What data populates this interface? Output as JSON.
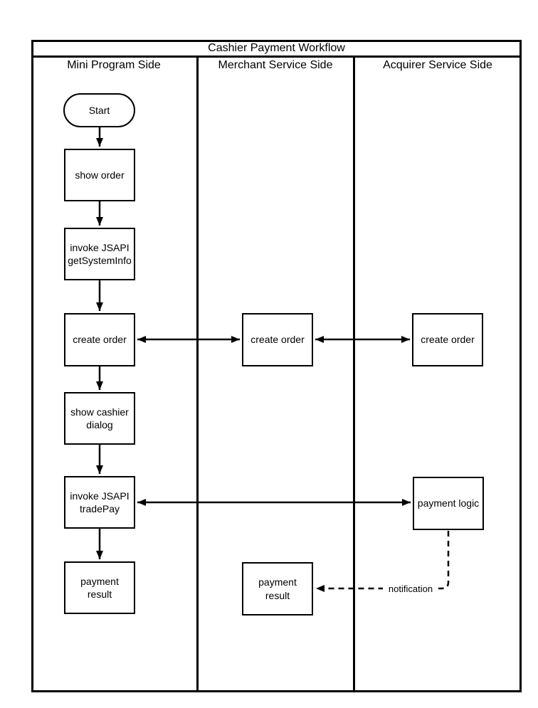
{
  "title": "Cashier Payment Workflow",
  "lanes": [
    {
      "label": "Mini Program Side"
    },
    {
      "label": "Merchant Service Side"
    },
    {
      "label": "Acquirer Service Side"
    }
  ],
  "nodes": {
    "start": {
      "label": "Start"
    },
    "show_order": {
      "label": "show order"
    },
    "invoke_getsysteminfo": {
      "label": "invoke JSAPI\ngetSystemInfo"
    },
    "create_order_mini": {
      "label": "create order"
    },
    "show_cashier_dialog": {
      "label": "show cashier\ndialog"
    },
    "invoke_tradepay": {
      "label": "invoke JSAPI\ntradePay"
    },
    "payment_result_mini": {
      "label": "payment\nresult"
    },
    "create_order_merchant": {
      "label": "create order"
    },
    "payment_result_merchant": {
      "label": "payment\nresult"
    },
    "create_order_acquirer": {
      "label": "create order"
    },
    "payment_logic": {
      "label": "payment logic"
    }
  },
  "edges": {
    "notification_label": "notification"
  },
  "colors": {
    "stroke": "#000000",
    "background": "#ffffff"
  }
}
